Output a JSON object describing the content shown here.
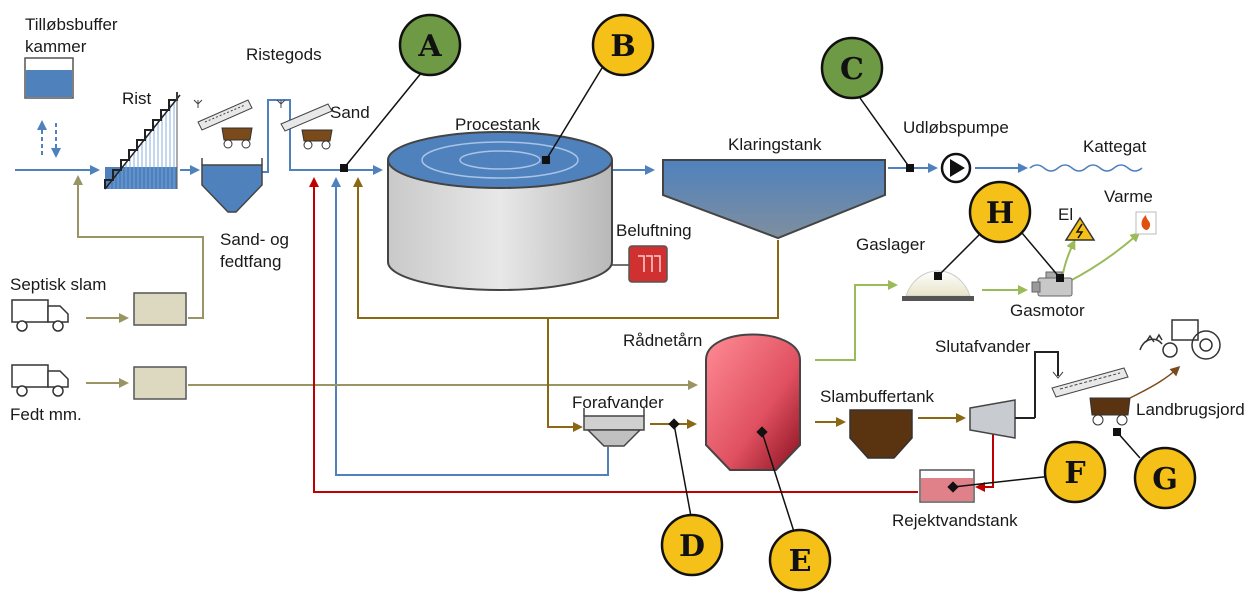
{
  "labels": {
    "inlet_buffer_1": "Tilløbsbuffer",
    "inlet_buffer_2": "kammer",
    "screen": "Rist",
    "screenings": "Ristegods",
    "sand": "Sand",
    "grit_trap_1": "Sand- og",
    "grit_trap_2": "fedtfang",
    "septic": "Septisk slam",
    "grease": "Fedt mm.",
    "process_tank": "Procestank",
    "aeration": "Beluftning",
    "clarifier": "Klaringstank",
    "outlet_pump": "Udløbspumpe",
    "kattegat": "Kattegat",
    "heat": "Varme",
    "electricity": "El",
    "gas_storage": "Gaslager",
    "gas_engine": "Gasmotor",
    "digester": "Rådnetårn",
    "predewater": "Forafvander",
    "sludge_buffer": "Slambuffertank",
    "final_dewater": "Slutafvander",
    "farmland": "Landbrugsjord",
    "reject_tank": "Rejektvandstank"
  },
  "badges": [
    {
      "letter": "A",
      "color": "#6e9a45"
    },
    {
      "letter": "B",
      "color": "#f5c018"
    },
    {
      "letter": "C",
      "color": "#6e9a45"
    },
    {
      "letter": "D",
      "color": "#f5c018"
    },
    {
      "letter": "E",
      "color": "#f5c018"
    },
    {
      "letter": "F",
      "color": "#f5c018"
    },
    {
      "letter": "G",
      "color": "#f5c018"
    },
    {
      "letter": "H",
      "color": "#f5c018"
    }
  ],
  "colors": {
    "water_line": "#4f81bd",
    "sludge_line": "#8b6914",
    "reject_line": "#c00000",
    "septic_line": "#9a9465",
    "gas_line": "#9bbb59",
    "green_badge": "#6e9a45",
    "yellow_badge": "#f5c018"
  },
  "icons": [
    "truck-icon",
    "tractor-icon",
    "pump-icon",
    "electricity-icon",
    "flame-icon",
    "conveyor-icon",
    "wave-icon"
  ]
}
